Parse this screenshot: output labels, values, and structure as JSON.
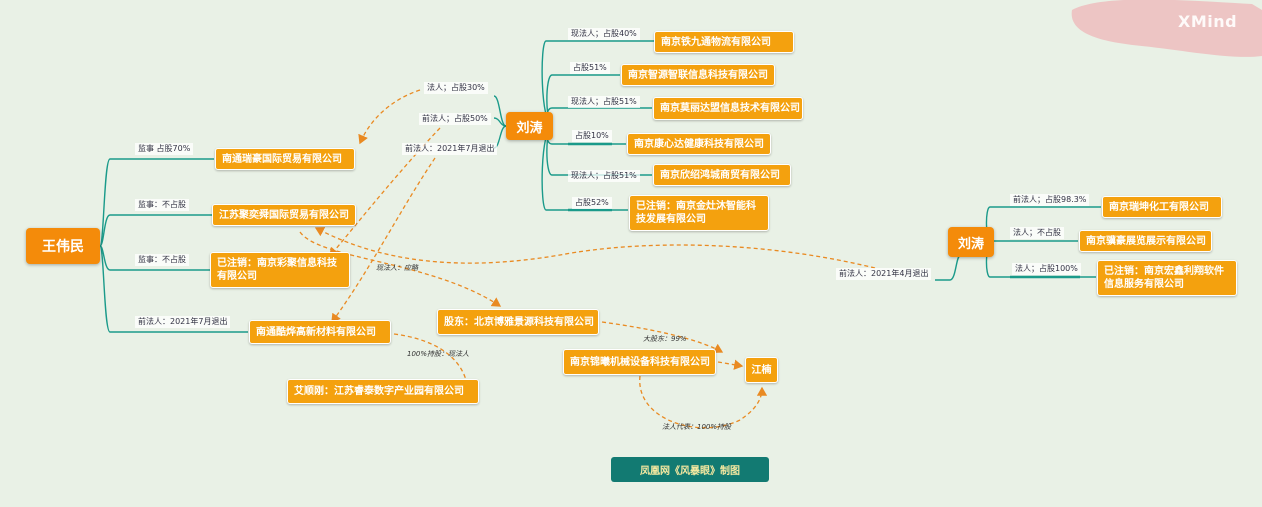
{
  "colors": {
    "background": "#e9f1e6",
    "node": "#f4a10e",
    "root": "#f48b0a",
    "branch_line": "#1a9a8a",
    "dashed_line": "#e98a22",
    "footer_bg": "#127a72",
    "footer_text": "#f5e8a0"
  },
  "roots": {
    "wang": "王伟民",
    "liu_center": "刘涛",
    "liu_right": "刘涛"
  },
  "wang_branches": [
    {
      "label": "监事 占股70%",
      "company": "南通瑞豪国际贸易有限公司"
    },
    {
      "label": "监事：不占股",
      "company": "江苏聚奕舜国际贸易有限公司"
    },
    {
      "label": "监事：不占股",
      "company": "已注销：南京彩聚信息科技有限公司"
    },
    {
      "label": "前法人：2021年7月退出",
      "company": "南通酷烨高新材料有限公司"
    }
  ],
  "liu_inbound_labels": [
    "法人；占股30%",
    "前法人；占股50%",
    "前法人：2021年7月退出"
  ],
  "liu_branches": [
    {
      "label": "现法人；占股40%",
      "company": "南京铁九通物流有限公司"
    },
    {
      "label": "占股51%",
      "company": "南京智源智联信息科技有限公司"
    },
    {
      "label": "现法人；占股51%",
      "company": "南京莫丽达盟信息技术有限公司"
    },
    {
      "label": "占股10%",
      "company": "南京康心达健康科技有限公司"
    },
    {
      "label": "现法人；占股51%",
      "company": "南京欣绍鸿城商贸有限公司"
    },
    {
      "label": "占股52%",
      "company": "已注销：南京金灶沐智能科技发展有限公司"
    }
  ],
  "liu2_inbound_label": "前法人：2021年4月退出",
  "liu2_branches": [
    {
      "label": "前法人；占股98.3%",
      "company": "南京瑞坤化工有限公司"
    },
    {
      "label": "法人；不占股",
      "company": "南京骥豪展览展示有限公司"
    },
    {
      "label": "法人；占股100%",
      "company": "已注销：南京宏鑫利翔软件信息服务有限公司"
    }
  ],
  "other_nodes": {
    "shareholder": "股东：北京博雅景源科技有限公司",
    "machinery": "南京锦曦机械设备科技有限公司",
    "jiangnan": "江楠",
    "aishunjiang": "艾顺刚：江苏睿泰数字产业园有限公司"
  },
  "edge_labels": {
    "xianfaren_yinglue": "现法人：应略",
    "dagudong": "大股东：99%",
    "chigu": "100%持股：现法人",
    "fadingdaibiao": "法人代表：100%持股"
  },
  "footer": "凤凰网《风暴眼》制图",
  "watermark": "XMind"
}
